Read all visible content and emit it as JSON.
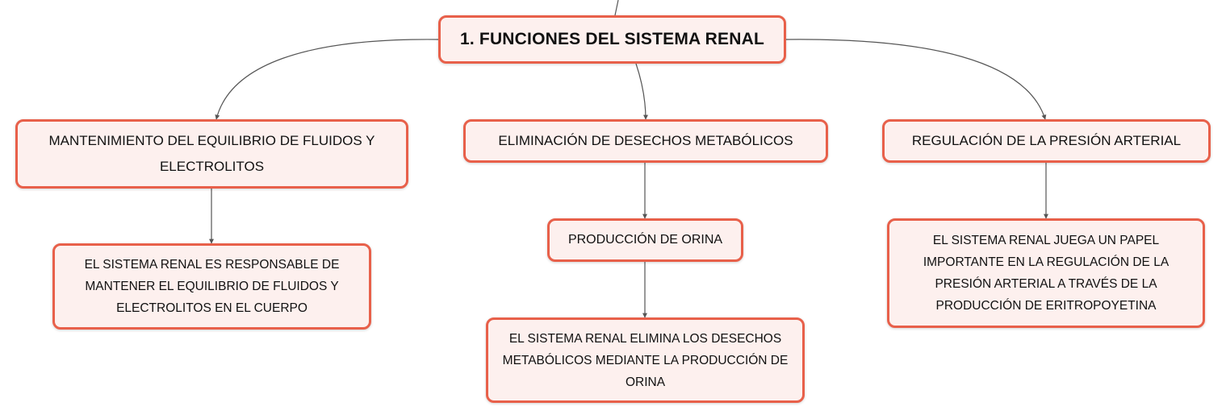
{
  "theme": {
    "node_border": "#e8604a",
    "node_fill": "#fdf0ee",
    "connector": "#555555"
  },
  "mindmap": {
    "root": {
      "label": "1. FUNCIONES DEL SISTEMA RENAL"
    },
    "branches": [
      {
        "label": "MANTENIMIENTO DEL EQUILIBRIO DE FLUIDOS Y ELECTROLITOS",
        "detail": "EL SISTEMA RENAL ES RESPONSABLE DE MANTENER EL EQUILIBRIO DE FLUIDOS Y ELECTROLITOS EN EL CUERPO"
      },
      {
        "label": "ELIMINACIÓN DE DESECHOS METABÓLICOS",
        "sub": "PRODUCCIÓN DE ORINA",
        "detail": "EL SISTEMA RENAL ELIMINA LOS DESECHOS METABÓLICOS MEDIANTE LA PRODUCCIÓN DE ORINA"
      },
      {
        "label": "REGULACIÓN DE LA PRESIÓN ARTERIAL",
        "detail": "EL SISTEMA RENAL JUEGA UN PAPEL IMPORTANTE EN LA REGULACIÓN DE LA PRESIÓN ARTERIAL A TRAVÉS DE LA PRODUCCIÓN DE ERITROPOYETINA"
      }
    ]
  }
}
